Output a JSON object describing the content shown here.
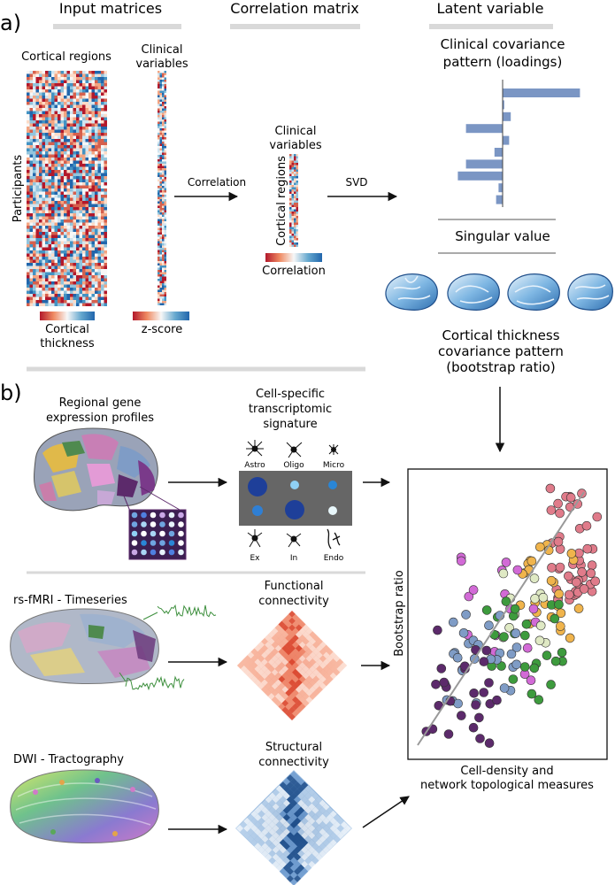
{
  "panel_a": {
    "label": "a)",
    "headers": [
      "Input matrices",
      "Correlation matrix",
      "Latent variable"
    ],
    "cortical_regions": "Cortical regions",
    "clinical_variables_1": "Clinical",
    "clinical_variables_2": "variables",
    "participants": "Participants",
    "cortical_thickness_1": "Cortical",
    "cortical_thickness_2": "thickness",
    "zscore": "z-score",
    "correlation_arrow": "Correlation",
    "corr_clinical_1": "Clinical",
    "corr_clinical_2": "variables",
    "corr_cortical": "Cortical regions",
    "corr_colorbar": "Correlation",
    "svd_arrow": "SVD",
    "loadings_title_1": "Clinical covariance",
    "loadings_title_2": "pattern (loadings)",
    "singular_value": "Singular value",
    "bootstrap_title_1": "Cortical thickness",
    "bootstrap_title_2": "covariance pattern",
    "bootstrap_title_3": "(bootstrap ratio)",
    "loadings": [
      0.95,
      0.02,
      0.1,
      -0.45,
      0.08,
      -0.1,
      -0.45,
      -0.55,
      -0.05,
      -0.08
    ]
  },
  "panel_b": {
    "label": "b)",
    "gene_title_1": "Regional gene",
    "gene_title_2": "expression profiles",
    "cell_title_1": "Cell-specific",
    "cell_title_2": "transcriptomic",
    "cell_title_3": "signature",
    "cell_types": [
      "Astro",
      "Oligo",
      "Micro",
      "Ex",
      "In",
      "Endo"
    ],
    "fmri_title": "rs-fMRI - Timeseries",
    "fc_title_1": "Functional",
    "fc_title_2": "connectivity",
    "dwi_title": "DWI - Tractography",
    "sc_title_1": "Structural",
    "sc_title_2": "connectivity",
    "ylabel": "Bootstrap ratio",
    "xlabel_1": "Cell-density and",
    "xlabel_2": "network topological measures"
  },
  "colors": {
    "red": "#b2182b",
    "blue": "#2166ac",
    "bar": "#7b96c4",
    "pink": "#e07b8a",
    "orange": "#f0b44c",
    "magenta": "#d26ad6",
    "green": "#3d9b3d",
    "purple": "#5c2a6b",
    "steel": "#7f9cc6",
    "cream": "#dfe9c4"
  }
}
